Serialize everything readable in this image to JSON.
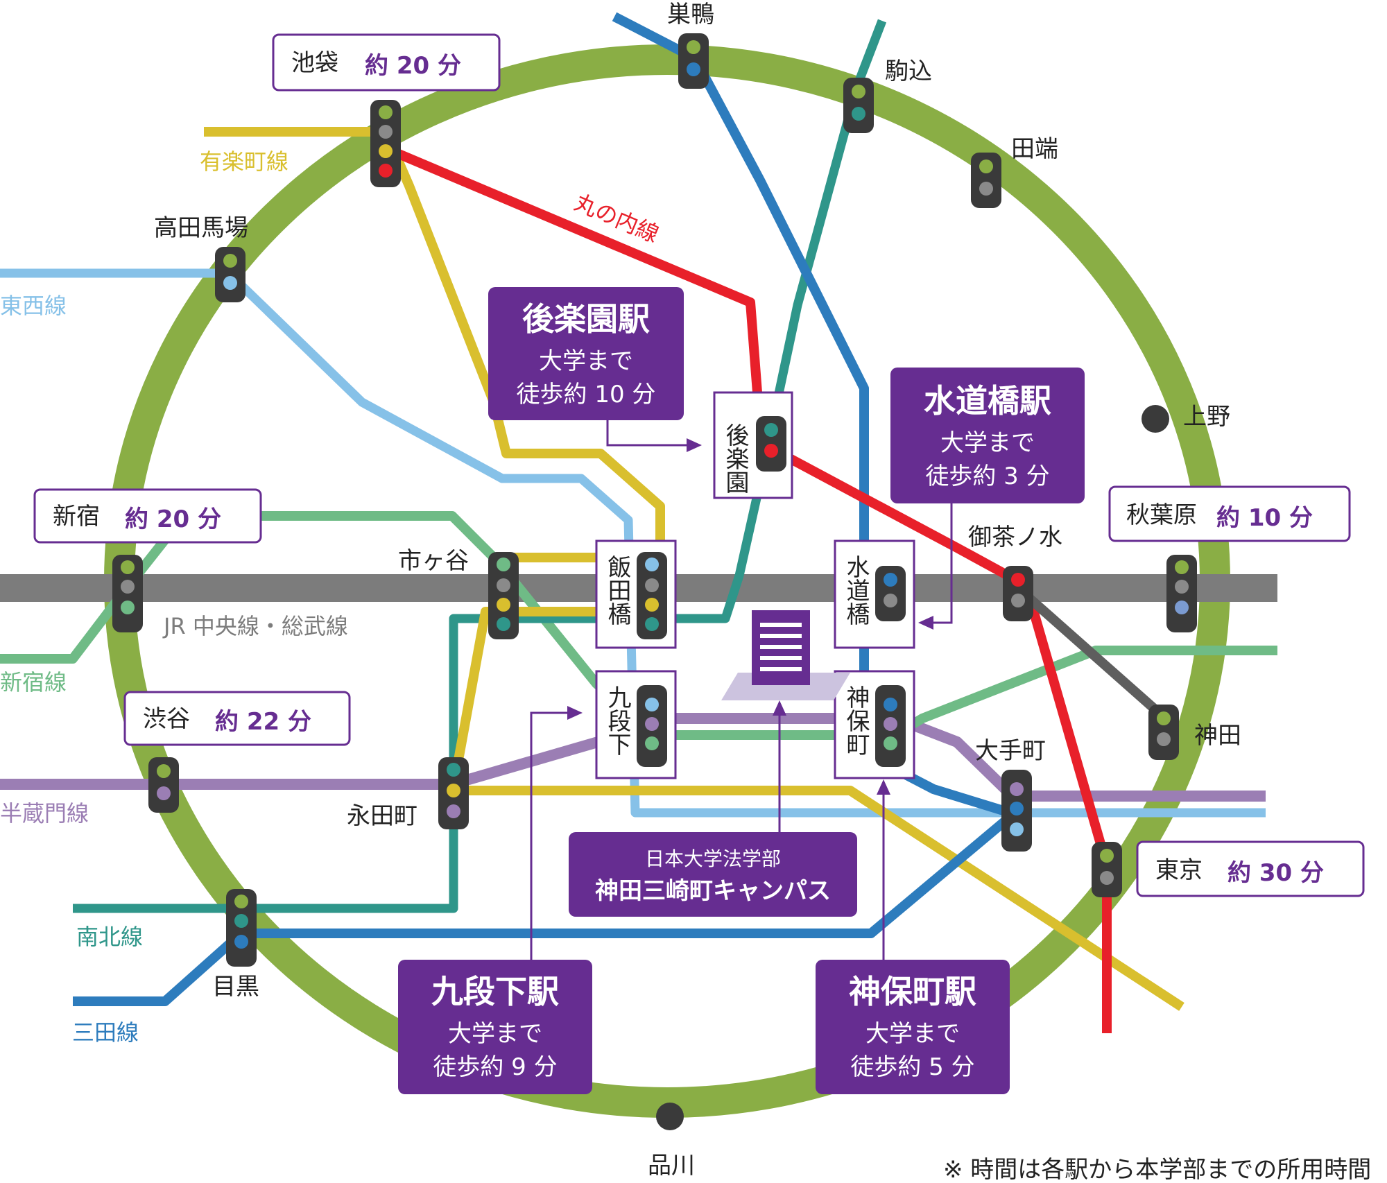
{
  "lines": {
    "yurakucho": {
      "label": "有楽町線",
      "color": "#d9bf2e"
    },
    "marunouchi": {
      "label": "丸の内線",
      "color": "#e8202a"
    },
    "tozai": {
      "label": "東西線",
      "color": "#86c1e8"
    },
    "shinjuku": {
      "label": "新宿線",
      "color": "#6fbb86"
    },
    "hanzomon": {
      "label": "半蔵門線",
      "color": "#9b7eb4"
    },
    "namboku": {
      "label": "南北線",
      "color": "#2f968a"
    },
    "mita": {
      "label": "三田線",
      "color": "#2d7cbd"
    },
    "jr_chuo": {
      "label": "JR 中央線・総武線",
      "color": "#7c7c7c"
    },
    "yamanote": {
      "color": "#8aae45"
    }
  },
  "stations": {
    "sugamo": "巣鴨",
    "komagome": "駒込",
    "tabata": "田端",
    "ueno": "上野",
    "ochanomizu": "御茶ノ水",
    "kanda": "神田",
    "otemachi": "大手町",
    "takadanobaba": "高田馬場",
    "ichigaya": "市ヶ谷",
    "nagatacho": "永田町",
    "meguro": "目黒",
    "shinagawa": "品川",
    "iidabashi": "飯田橋",
    "korakuen": "後楽園",
    "suidobashi": "水道橋",
    "kudanshita": "九段下",
    "jimbocho": "神保町"
  },
  "time_boxes": {
    "ikebukuro": {
      "name": "池袋",
      "time": "約 20 分"
    },
    "shinjuku": {
      "name": "新宿",
      "time": "約 20 分"
    },
    "shibuya": {
      "name": "渋谷",
      "time": "約 22 分"
    },
    "akihabara": {
      "name": "秋葉原",
      "time": "約 10 分"
    },
    "tokyo": {
      "name": "東京",
      "time": "約 30 分"
    }
  },
  "walk_boxes": {
    "korakuen": {
      "title": "後楽園駅",
      "line1": "大学まで",
      "line2": "徒歩約 10 分"
    },
    "suidobashi": {
      "title": "水道橋駅",
      "line1": "大学まで",
      "line2": "徒歩約 3 分"
    },
    "kudanshita": {
      "title": "九段下駅",
      "line1": "大学まで",
      "line2": "徒歩約 9 分"
    },
    "jimbocho": {
      "title": "神保町駅",
      "line1": "大学まで",
      "line2": "徒歩約 5 分"
    }
  },
  "campus": {
    "line1": "日本大学法学部",
    "line2": "神田三崎町キャンパス"
  },
  "footnote": "※ 時間は各駅から本学部までの所用時間",
  "colors": {
    "accent": "#662d91",
    "signal_body": "#3a3a3a",
    "signal_gray": "#8a8a8a"
  }
}
